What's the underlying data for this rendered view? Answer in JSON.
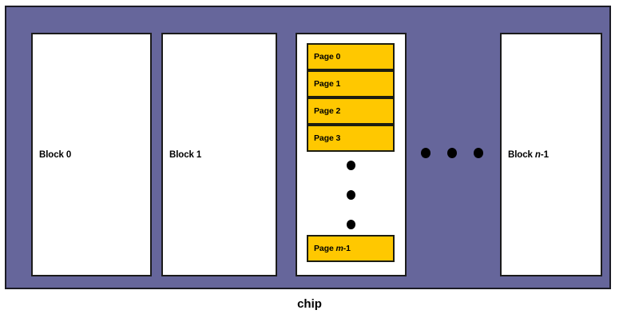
{
  "figure": {
    "caption": "chip",
    "colors": {
      "chip_background": "#66669b",
      "block_background": "#ffffff",
      "page_background": "#ffc800",
      "outline": "#1b1b1b",
      "text": "#000000"
    },
    "blocks": [
      {
        "label_prefix": "Block ",
        "label_italic": "",
        "label_suffix": "0"
      },
      {
        "label_prefix": "Block ",
        "label_italic": "",
        "label_suffix": "1"
      },
      {
        "label_prefix": "Block ",
        "label_italic": "n",
        "label_suffix": "-1"
      }
    ],
    "detail_block": {
      "pages": [
        {
          "label_prefix": "Page ",
          "label_italic": "",
          "label_suffix": "0"
        },
        {
          "label_prefix": "Page ",
          "label_italic": "",
          "label_suffix": "1"
        },
        {
          "label_prefix": "Page ",
          "label_italic": "",
          "label_suffix": "2"
        },
        {
          "label_prefix": "Page ",
          "label_italic": "",
          "label_suffix": "3"
        },
        {
          "label_prefix": "Page ",
          "label_italic": "m",
          "label_suffix": "-1"
        }
      ],
      "vertical_ellipsis_dots": 3
    },
    "horizontal_ellipsis_dots": 3
  }
}
